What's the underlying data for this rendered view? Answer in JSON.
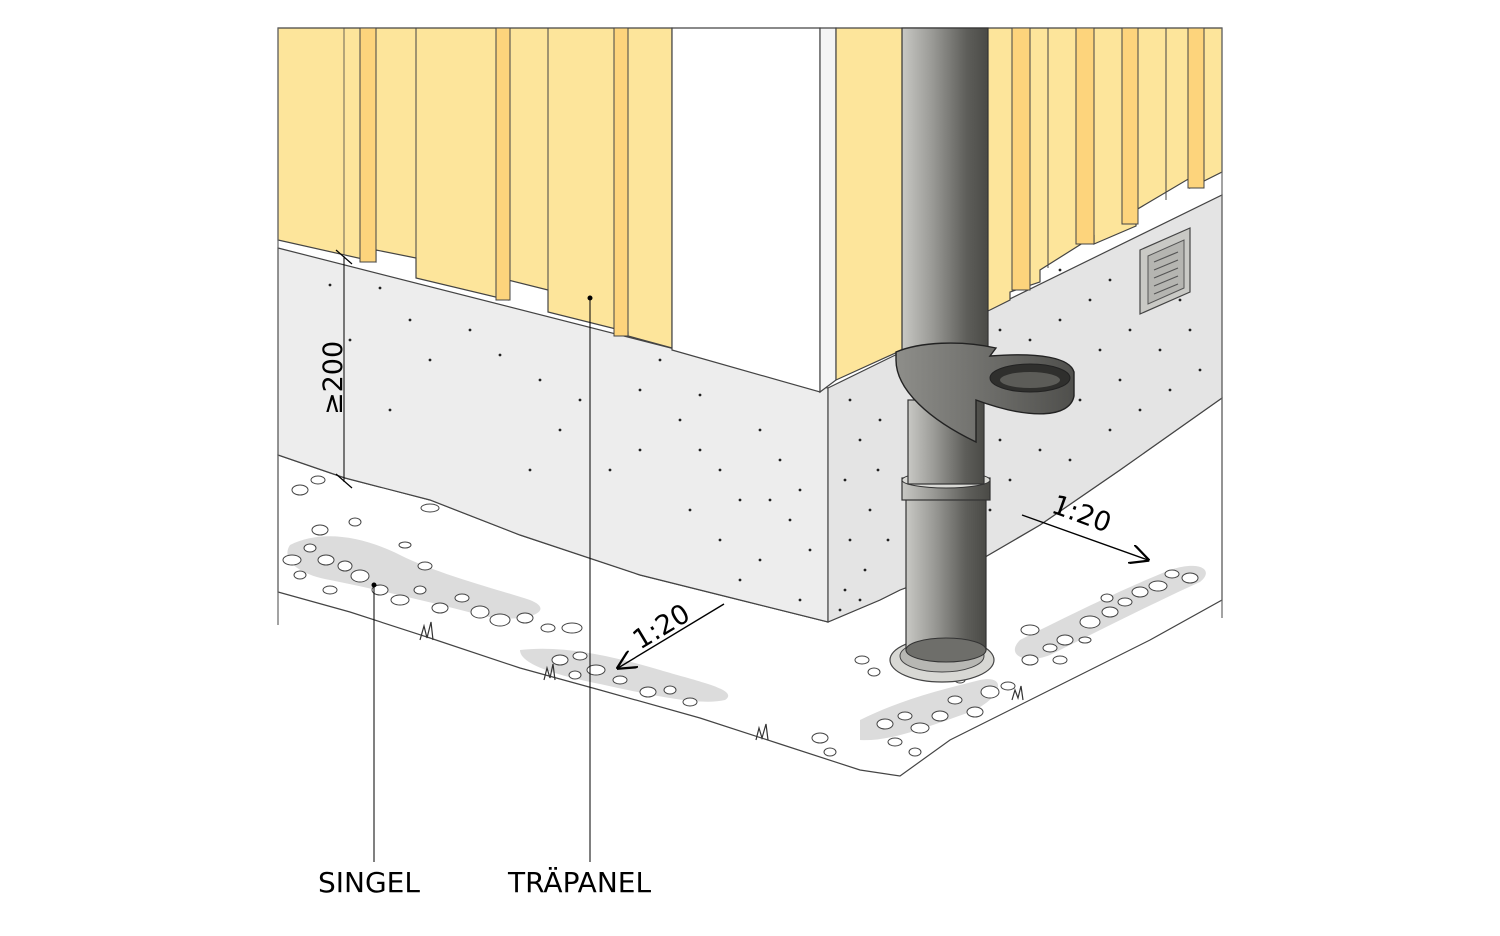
{
  "labels": {
    "min_height": "≥200",
    "slope_front": "1:20",
    "slope_side": "1:20",
    "singel": "SINGEL",
    "trapanel": "TRÄPANEL"
  },
  "colors": {
    "wood_panel": "#fde59b",
    "wood_batten": "#fdd47c",
    "foundation": "#ededed",
    "pipe": "#7a7a78",
    "gravel_shade": "#d9d9d9"
  }
}
